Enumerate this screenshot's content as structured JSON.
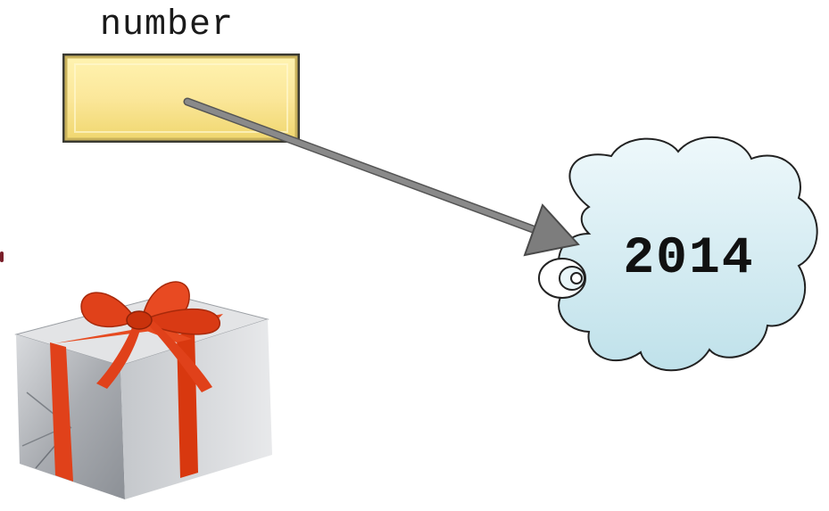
{
  "variable": {
    "name": "number"
  },
  "value": {
    "text": "2014"
  },
  "colors": {
    "box_fill": "#fbe79a",
    "box_border": "#3a3a32",
    "arrow": "#7d7d7d",
    "cloud_fill": "#d2ecf2",
    "cloud_stroke": "#222222",
    "ribbon": "#e0411a",
    "gift_paper": "#b9bcc0"
  },
  "icons": [
    "gift-icon",
    "thought-cloud",
    "pointer-arrow"
  ]
}
